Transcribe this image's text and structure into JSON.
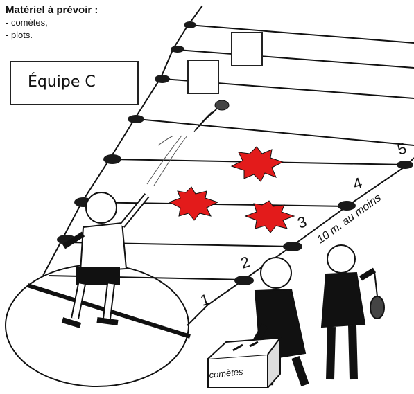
{
  "header": {
    "title": "Matériel à prévoir :",
    "items": [
      "- comètes,",
      "- plots."
    ]
  },
  "team_label": "Équipe C",
  "lane_numbers": [
    "1",
    "2",
    "3",
    "4",
    "5"
  ],
  "distance_label": "10 m. au moins",
  "box_label": "comètes",
  "colors": {
    "ink": "#111111",
    "star": "#e31b1b",
    "paper": "#ffffff"
  }
}
